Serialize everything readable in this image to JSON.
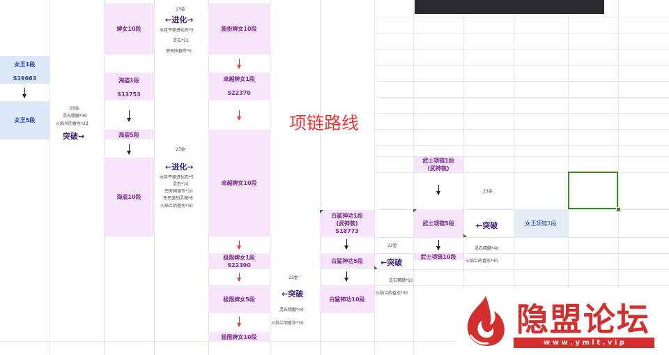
{
  "title": "项链路线",
  "boxes": {
    "queen1": "女王1段",
    "queen1_id": "S19663",
    "queen5": "女王5段",
    "maid10": "婢女10段",
    "dressmaid10": "装扮婢女10段",
    "pirate1": "海盗1段",
    "pirate1_id": "S13753",
    "pirate5": "海盗5段",
    "pirate10": "海盗10段",
    "swiftmaid1": "卓越婢女1段",
    "swiftmaid1_id": "S22370",
    "swiftmaid10": "卓越婢女10段",
    "ultimaid1": "极限婢女1段",
    "ultimaid1_id": "S22390",
    "ultimaid5": "极限婢女5段",
    "ultimaid10": "极限婢女10段",
    "whiteshark1": "白鲨神功1段",
    "whiteshark1_sub": "(武神装)",
    "whiteshark1_id": "S18773",
    "whiteshark5": "白鲨神功5段",
    "whiteshark10": "白鲨神功10段",
    "warrior1": "武士项链1段",
    "warrior1_sub": "(武神装)",
    "warrior5": "武士项链5段",
    "warrior10": "武士项链10段",
    "queennecklace1": "女王项链1段"
  },
  "actions": {
    "breakthrough": "突破",
    "evolve": "进化"
  },
  "notes": {
    "evo1_cost": "13金",
    "evo1_items": [
      "水月平原进化石*5",
      "灵石*33",
      "南天国银币*5"
    ],
    "bt1_cost": "28金",
    "bt1_items": [
      "灵石精髓*30",
      "火焰兰的香水*22"
    ],
    "evo2_cost": "23金",
    "evo2_items": [
      "水月平原进化石*5",
      "灵石*70",
      "南天国银币*10",
      "东天蓝的灵魂*8",
      "火焰兰的香水*30"
    ],
    "bt2_cost": "23金",
    "bt2_items": [
      "灵石精髓*40",
      "火焰兰的香水*30"
    ],
    "bt3_cost": "23金",
    "bt3_items": [
      "灵石精髓*50",
      "火焰兰的香水*30"
    ],
    "bt4_cost": "23金",
    "bt4_items": [
      "灵石精髓*40",
      "火焰兰的香水*30"
    ]
  },
  "watermark": {
    "name": "隐盟论坛",
    "url": "w w w . y m l t . v i p"
  },
  "colors": {
    "pink_box": "#f7e6fb",
    "blue_box": "#dde9f8",
    "title_red": "#e53935",
    "selection_green": "#3a8a2a",
    "logo_red": "#d32f2f"
  }
}
